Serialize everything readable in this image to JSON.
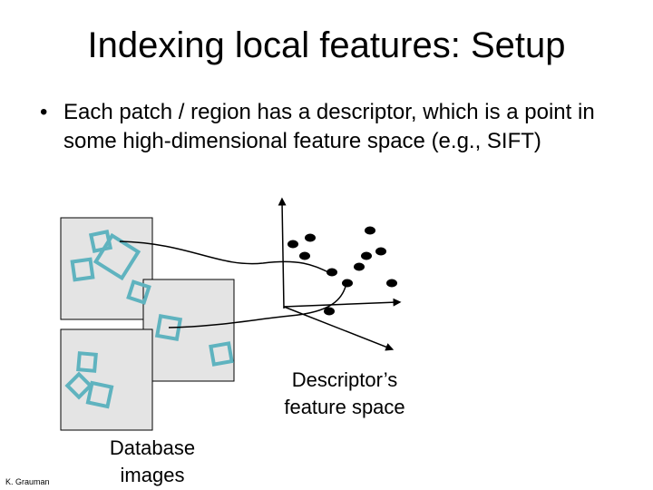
{
  "title": "Indexing local features: Setup",
  "bullet": {
    "marker": "•",
    "text": "Each patch / region has a descriptor, which is a point in some high-dimensional feature space (e.g., SIFT)"
  },
  "captions": {
    "feature_space": "Descriptor’s feature space",
    "database": "Database images"
  },
  "credit": "K. Grauman",
  "colors": {
    "patch_stroke": "#5fb3bf",
    "image_fill": "#e4e4e4",
    "point_fill": "#000000"
  }
}
